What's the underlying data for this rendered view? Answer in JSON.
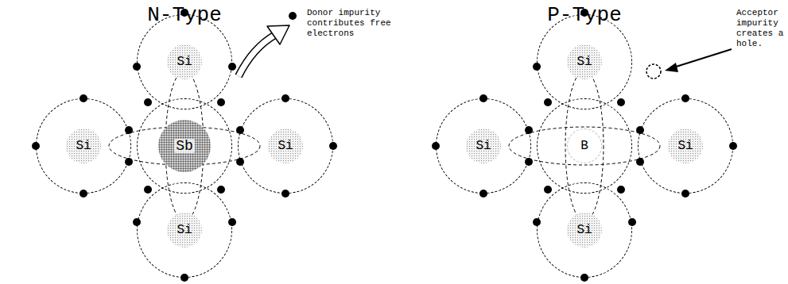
{
  "diagram": {
    "nodes": [
      {
        "text": [
          "Si"
        ]
      },
      {
        "text": [
          "Si"
        ]
      },
      {
        "text": [
          "Sb"
        ]
      },
      {
        "text": [
          "Si"
        ]
      },
      {
        "text": [
          "Si"
        ]
      },
      {
        "text": [
          "Si"
        ]
      },
      {
        "text": [
          "Si"
        ]
      },
      {
        "text": [
          "B"
        ]
      },
      {
        "text": [
          "Si"
        ]
      },
      {
        "text": [
          "Si"
        ]
      }
    ],
    "labels": [
      "N-Type",
      "Donor impurity contributes free electrons",
      "P-Type",
      "Acceptor impurity creates a hole."
    ]
  }
}
